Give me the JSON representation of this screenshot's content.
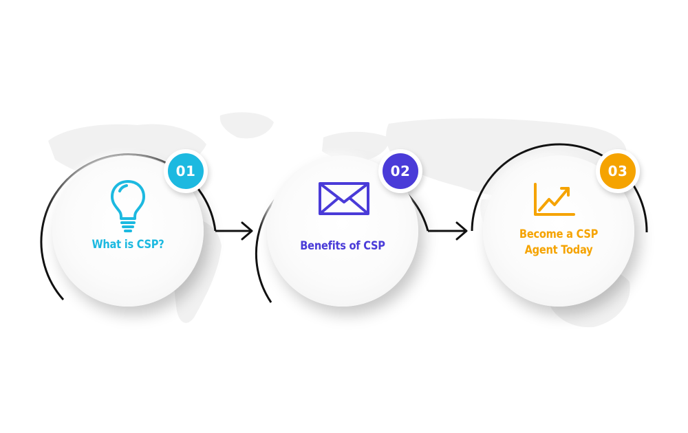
{
  "steps": [
    {
      "number": "01",
      "label_lines": [
        "What is CSP?"
      ],
      "icon": "light-bulb-icon",
      "color": "#1cb9e0"
    },
    {
      "number": "02",
      "label_lines": [
        "Benefits of CSP"
      ],
      "icon": "envelope-icon",
      "color": "#4a3bd8"
    },
    {
      "number": "03",
      "label_lines": [
        "Become a CSP",
        "Agent Today"
      ],
      "icon": "growth-chart-icon",
      "color": "#f5a300"
    }
  ],
  "connector_color": "#111111",
  "background_map_color": "#f1f1f1"
}
